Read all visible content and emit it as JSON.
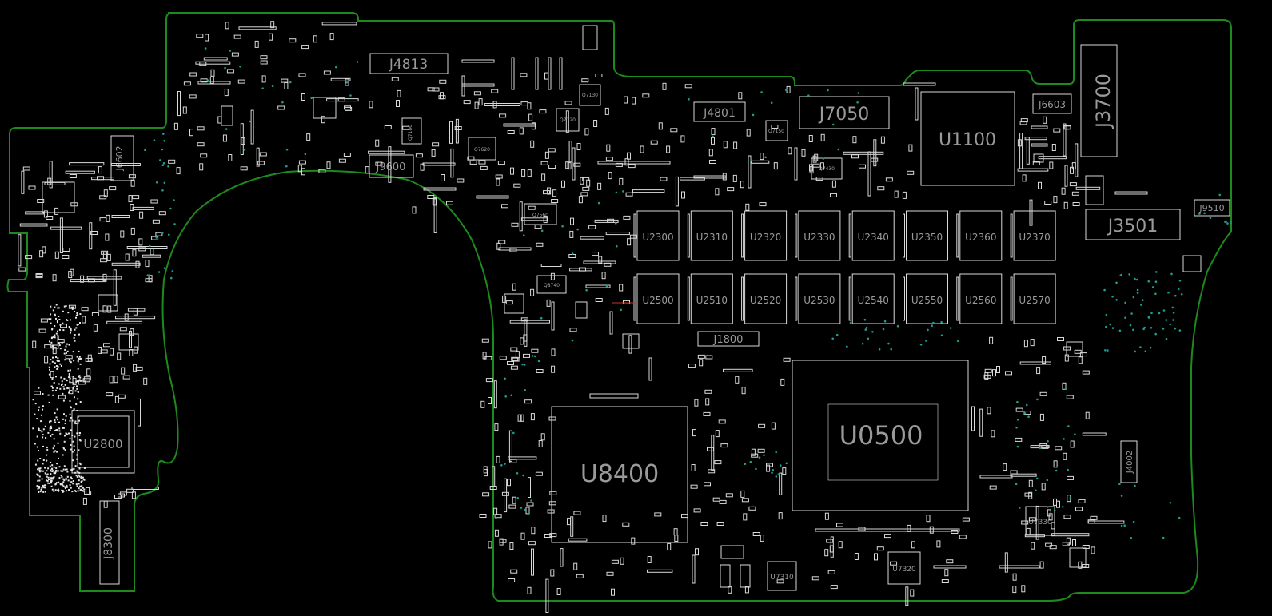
{
  "board": {
    "name": "pcb-boardview",
    "colors": {
      "background": "#000000",
      "outline": "#1e8a1e",
      "part": "#d9d9d9",
      "via": "#1f9c8f",
      "label": "#9a9a9a"
    }
  },
  "labels": {
    "J4813": "J4813",
    "J4801": "J4801",
    "J7050": "J7050",
    "J6603": "J6603",
    "J3700": "J3700",
    "J6602": "J6602",
    "J9600": "J9600",
    "J9510": "J9510",
    "J3501": "J3501",
    "J1800": "J1800",
    "J8300": "J8300",
    "J4002": "J4002",
    "U1100": "U1100",
    "U0500": "U0500",
    "U8400": "U8400",
    "U2800": "U2800",
    "U7330": "U7330",
    "U7310": "U7310",
    "U7320": "U7320",
    "Q7620": "Q7620",
    "Q7560": "Q7560",
    "Q7430": "Q7430",
    "Q7150": "Q7150",
    "Q7130": "Q7130",
    "Q7120": "Q7120",
    "Q7180": "Q7180",
    "Q8740": "Q8740",
    "U2300": "U2300",
    "U2310": "U2310",
    "U2320": "U2320",
    "U2330": "U2330",
    "U2340": "U2340",
    "U2350": "U2350",
    "U2360": "U2360",
    "U2370": "U2370",
    "U2500": "U2500",
    "U2510": "U2510",
    "U2520": "U2520",
    "U2530": "U2530",
    "U2540": "U2540",
    "U2550": "U2550",
    "U2560": "U2560",
    "U2570": "U2570"
  }
}
